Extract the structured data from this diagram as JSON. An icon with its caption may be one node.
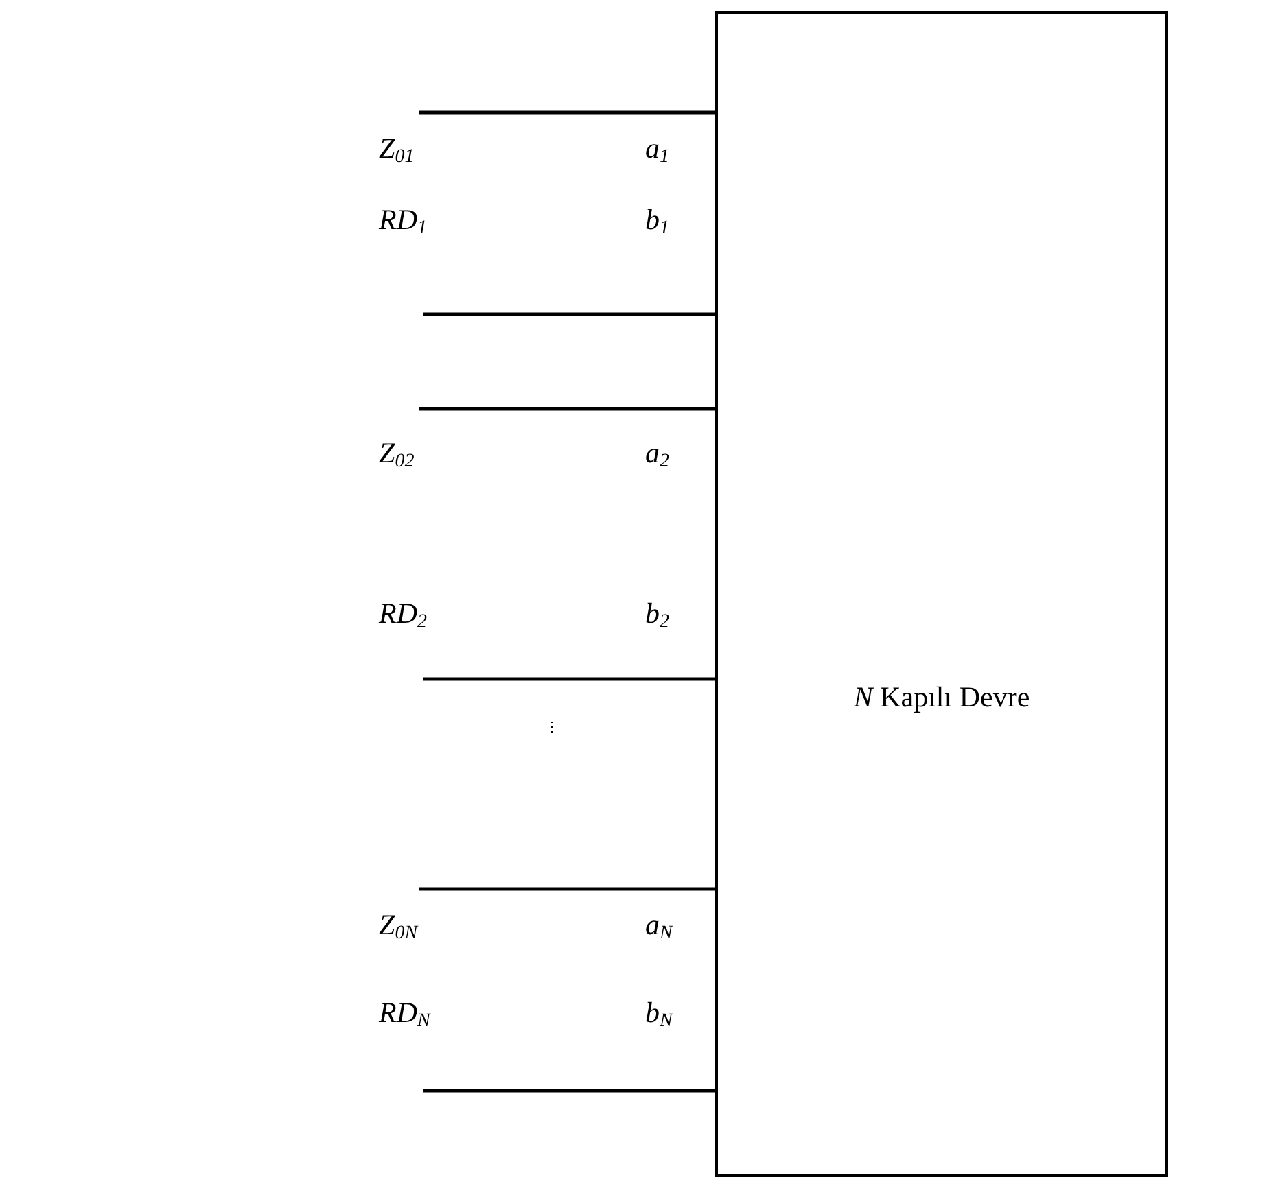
{
  "diagram": {
    "nodes": [
      {
        "text": [
          "*N* Kapılı Devre"
        ]
      }
    ],
    "labels": [
      "Z$_{01}$",
      "a$_{1}$",
      "RD$_{1}$",
      "b$_{1}$",
      "Z$_{02}$",
      "a$_{2}$",
      "RD$_{2}$",
      "b$_{2}$",
      "⋮",
      "Z$_{0N}$",
      "a$_{N}$",
      "RD$_{N}$",
      "b$_{N}$"
    ]
  }
}
